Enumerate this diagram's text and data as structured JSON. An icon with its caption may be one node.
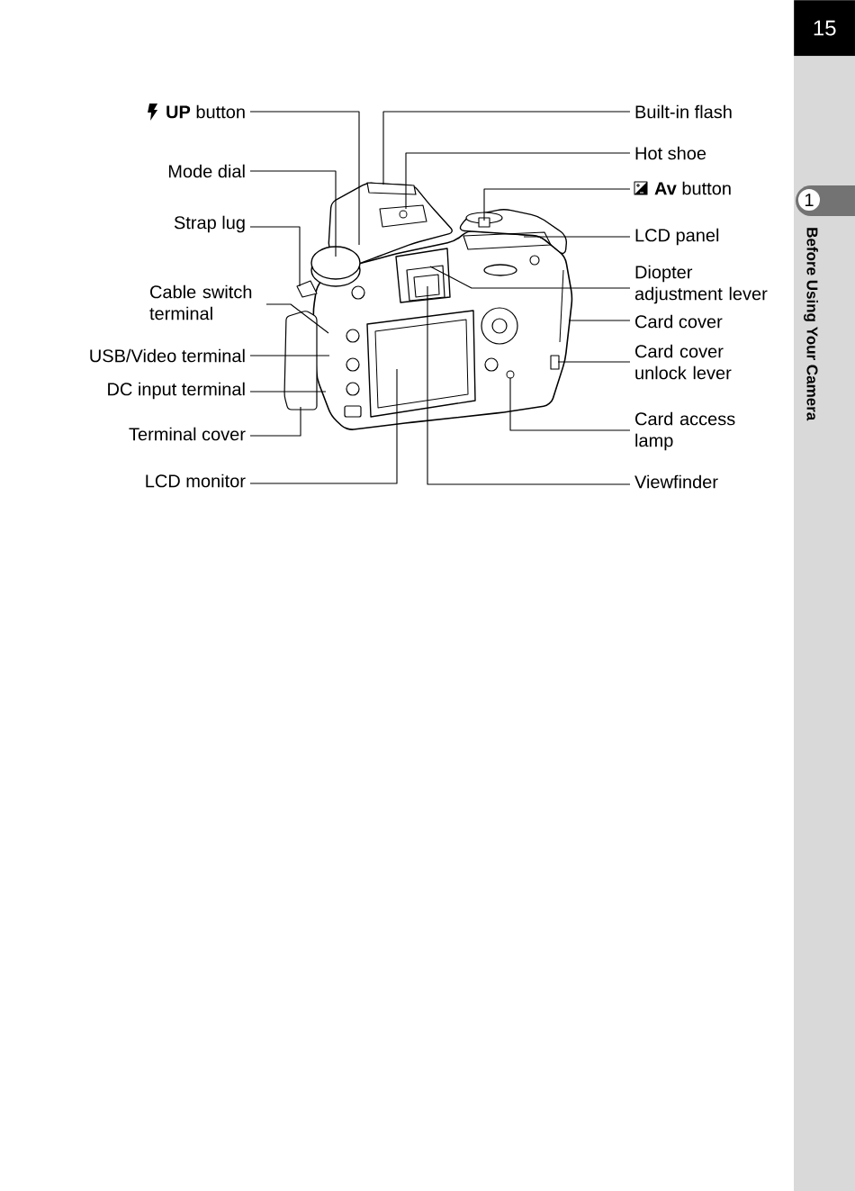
{
  "diagram": {
    "nodes": [
      {
        "text": [
          "**UP** button"
        ]
      },
      {
        "text": [
          "Mode dial"
        ]
      },
      {
        "text": [
          "Strap lug"
        ]
      },
      {
        "text": [
          "Cable switch terminal"
        ]
      },
      {
        "text": [
          "USB/Video terminal"
        ]
      },
      {
        "text": [
          "DC input terminal"
        ]
      },
      {
        "text": [
          "Terminal cover"
        ]
      },
      {
        "text": [
          "LCD monitor"
        ]
      },
      {
        "text": [
          "Built-in flash"
        ]
      },
      {
        "text": [
          "Hot shoe"
        ]
      },
      {
        "text": [
          "**Av** button"
        ]
      },
      {
        "text": [
          "LCD panel"
        ]
      },
      {
        "text": [
          "Diopter adjustment lever"
        ]
      },
      {
        "text": [
          "Card cover"
        ]
      },
      {
        "text": [
          "Card cover unlock lever"
        ]
      },
      {
        "text": [
          "Card access lamp"
        ]
      },
      {
        "text": [
          "Viewfinder"
        ]
      },
      {
        "text": [],
        "shape": "picture"
      }
    ],
    "edges": [
      {
        "from": 0,
        "to": 17,
        "arrow": "none"
      },
      {
        "from": 1,
        "to": 17,
        "arrow": "none"
      },
      {
        "from": 2,
        "to": 17,
        "arrow": "none"
      },
      {
        "from": 3,
        "to": 17,
        "arrow": "none"
      },
      {
        "from": 4,
        "to": 17,
        "arrow": "none"
      },
      {
        "from": 5,
        "to": 17,
        "arrow": "none"
      },
      {
        "from": 6,
        "to": 17,
        "arrow": "none"
      },
      {
        "from": 7,
        "to": 17,
        "arrow": "none"
      },
      {
        "from": 8,
        "to": 17,
        "arrow": "none"
      },
      {
        "from": 9,
        "to": 17,
        "arrow": "none"
      },
      {
        "from": 10,
        "to": 17,
        "arrow": "none"
      },
      {
        "from": 11,
        "to": 17,
        "arrow": "none"
      },
      {
        "from": 12,
        "to": 17,
        "arrow": "none"
      },
      {
        "from": 13,
        "to": 17,
        "arrow": "none"
      },
      {
        "from": 14,
        "to": 17,
        "arrow": "none"
      },
      {
        "from": 15,
        "to": 17,
        "arrow": "none"
      },
      {
        "from": 16,
        "to": 17,
        "arrow": "none"
      }
    ],
    "labels": [
      "15",
      "1",
      "Before Using Your Camera"
    ]
  }
}
